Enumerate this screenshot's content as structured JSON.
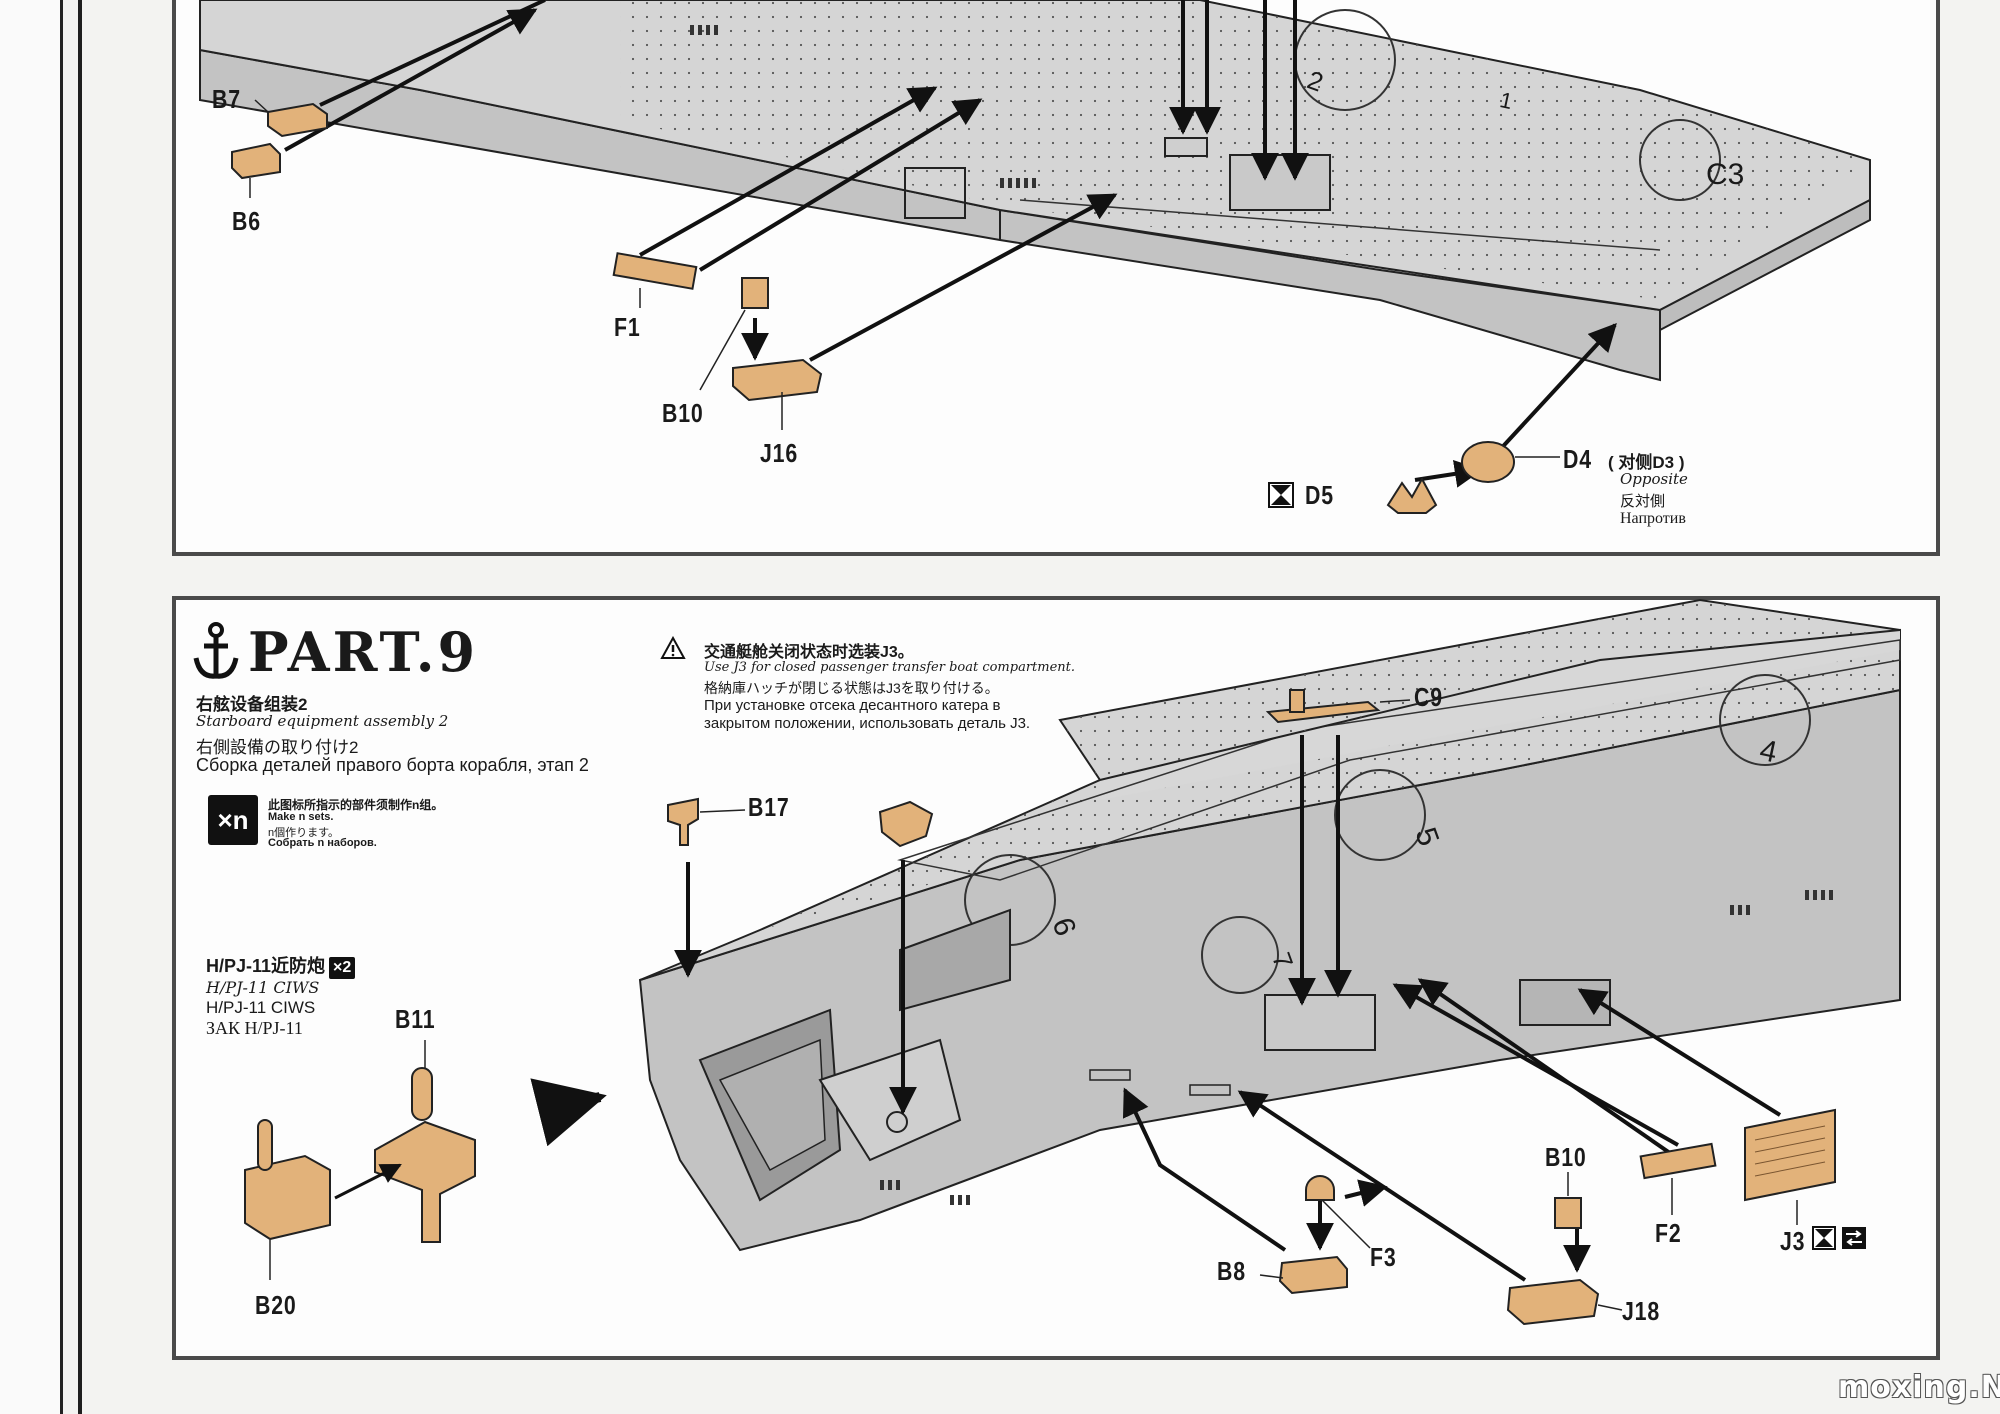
{
  "colors": {
    "hull": "#c4c4c4",
    "deck": "#d6d6d6",
    "part": "#e2b27a",
    "ink": "#1a1a1a"
  },
  "top_step": {
    "labels": {
      "b7": "B7",
      "b6": "B6",
      "f1": "F1",
      "b10": "B10",
      "j16": "J16",
      "d4": "D4",
      "d4_note": "( 对侧D3 )",
      "d5": "D5",
      "opposite_en": "Opposite",
      "opposite_jp": "反対側",
      "opposite_ru": "Напротив"
    },
    "deck_numbers": [
      "2",
      "C3",
      "1"
    ]
  },
  "part9": {
    "title": "PART.9",
    "subtitle_cn": "右舷设备组装2",
    "subtitle_en": "Starboard equipment assembly 2",
    "subtitle_jp": "右側設備の取り付け2",
    "subtitle_ru": "Сборка деталей правого борта корабля, этап 2",
    "warning_cn": "交通艇舱关闭状态时选装J3。",
    "warning_en": "Use J3 for closed passenger transfer boat compartment.",
    "warning_jp": "格納庫ハッチが閉じる状態はJ3を取り付ける。",
    "warning_ru_1": "При установке отсека десантного катера в",
    "warning_ru_2": "закрытом положении, использовать деталь J3.",
    "xn_icon": "×n",
    "xn_cn": "此图标所指示的部件须制作n组。",
    "xn_en": "Make n sets.",
    "xn_jp": "n個作ります。",
    "xn_ru": "Собрать n наборов.",
    "ciws_cn": "H/PJ-11近防炮",
    "ciws_mult": "×2",
    "ciws_en": "H/PJ-11 CIWS",
    "ciws_en2": "H/PJ-11 CIWS",
    "ciws_ru": "ЗАК H/PJ-11",
    "labels": {
      "c9": "C9",
      "b17": "B17",
      "b11": "B11",
      "b20": "B20",
      "b8": "B8",
      "f3": "F3",
      "b10": "B10",
      "j18": "J18",
      "f2": "F2",
      "j3": "J3"
    },
    "deck_numbers": [
      "4",
      "5",
      "6",
      "7"
    ]
  },
  "icons": [
    "anchor-icon",
    "warning-icon",
    "hourglass-icon",
    "swap-icon",
    "arrow-right-icon"
  ],
  "watermark": "moxing.NET"
}
